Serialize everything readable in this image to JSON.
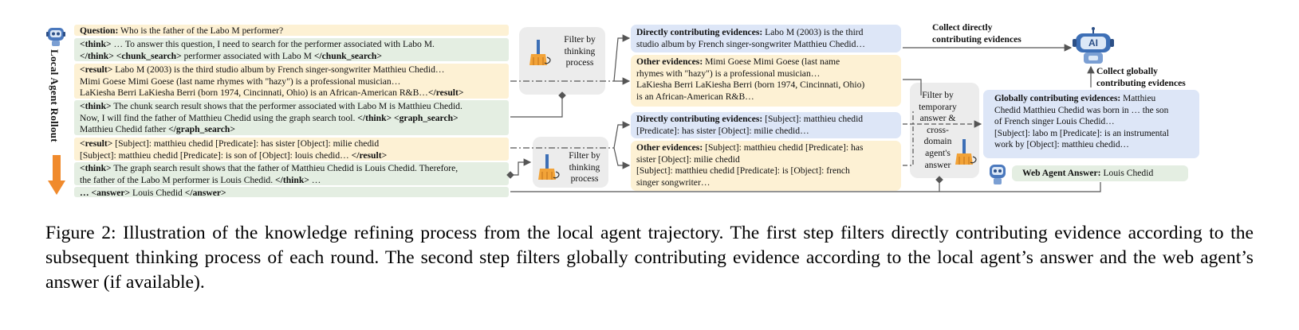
{
  "figure": {
    "rollout_label": "Local Agent Rollout",
    "trajectory": [
      {
        "parts": [
          [
            "b",
            "Question:"
          ],
          [
            "t",
            " Who is the father of the Labo M performer?"
          ]
        ]
      },
      {
        "parts": [
          [
            "b",
            "<think>"
          ],
          [
            "t",
            " … To answer this question, I need to search for the performer associated with Labo M."
          ]
        ]
      },
      {
        "parts": [
          [
            "b",
            "</think> <chunk_search>"
          ],
          [
            "t",
            " performer associated with Labo M "
          ],
          [
            "b",
            "</chunk_search>"
          ]
        ]
      },
      {
        "parts": [
          [
            "b",
            "<result>"
          ],
          [
            "t",
            " Labo M (2003) is the third studio album by French singer-songwriter Matthieu Chedid…"
          ]
        ]
      },
      {
        "parts": [
          [
            "t",
            "Mimi Goese Mimi Goese (last name rhymes with \"hazy\") is a professional musician…"
          ]
        ]
      },
      {
        "parts": [
          [
            "t",
            "LaKiesha Berri LaKiesha Berri (born 1974, Cincinnati, Ohio) is an African-American R&B…"
          ],
          [
            "b",
            "</result>"
          ]
        ]
      },
      {
        "parts": [
          [
            "b",
            "<think>"
          ],
          [
            "t",
            " The chunk search result shows that the performer associated with Labo M is Matthieu Chedid."
          ]
        ]
      },
      {
        "parts": [
          [
            "t",
            "Now, I will find the father of Matthieu Chedid using the graph search tool. "
          ],
          [
            "b",
            "</think> <graph_search>"
          ]
        ]
      },
      {
        "parts": [
          [
            "t",
            "Matthieu Chedid father "
          ],
          [
            "b",
            "</graph_search>"
          ]
        ]
      },
      {
        "parts": [
          [
            "b",
            "<result>"
          ],
          [
            "t",
            " [Subject]: matthieu chedid [Predicate]: has sister [Object]: milie chedid"
          ]
        ]
      },
      {
        "parts": [
          [
            "t",
            "[Subject]: matthieu chedid [Predicate]: is son of [Object]: louis chedid… "
          ],
          [
            "b",
            "</result>"
          ]
        ]
      },
      {
        "parts": [
          [
            "b",
            "<think>"
          ],
          [
            "t",
            " The graph search result shows that the father of Matthieu Chedid is Louis Chedid. Therefore,"
          ]
        ]
      },
      {
        "parts": [
          [
            "t",
            "the father of the Labo M performer is Louis Chedid. "
          ],
          [
            "b",
            "</think>"
          ],
          [
            "t",
            " …"
          ]
        ]
      },
      {
        "parts": [
          [
            "b",
            "… <answer>"
          ],
          [
            "t",
            " Louis Chedid "
          ],
          [
            "b",
            "</answer>"
          ]
        ]
      }
    ],
    "filter_thinking_1": [
      "Filter by",
      "thinking",
      "process"
    ],
    "filter_thinking_2": [
      "Filter by",
      "thinking",
      "process"
    ],
    "filter_temporary": [
      "Filter by",
      "temporary",
      "answer &",
      "cross-",
      "domain",
      "agent's",
      "answer"
    ],
    "direct1": [
      {
        "parts": [
          [
            "b",
            "Directly contributing evidences:"
          ],
          [
            "t",
            " Labo M (2003) is the third"
          ]
        ]
      },
      {
        "parts": [
          [
            "t",
            "studio album by French singer-songwriter Matthieu Chedid…"
          ]
        ]
      }
    ],
    "other1": [
      {
        "parts": [
          [
            "b",
            "Other evidences:"
          ],
          [
            "t",
            " Mimi Goese Mimi Goese (last name"
          ]
        ]
      },
      {
        "parts": [
          [
            "t",
            "rhymes with \"hazy\") is a professional musician…"
          ]
        ]
      },
      {
        "parts": [
          [
            "t",
            "LaKiesha Berri LaKiesha Berri (born 1974, Cincinnati, Ohio)"
          ]
        ]
      },
      {
        "parts": [
          [
            "t",
            "is an African-American R&B…"
          ]
        ]
      }
    ],
    "direct2": [
      {
        "parts": [
          [
            "b",
            "Directly contributing evidences:"
          ],
          [
            "t",
            " [Subject]: matthieu chedid"
          ]
        ]
      },
      {
        "parts": [
          [
            "t",
            "[Predicate]: has sister [Object]: milie chedid…"
          ]
        ]
      }
    ],
    "other2": [
      {
        "parts": [
          [
            "b",
            "Other evidences:"
          ],
          [
            "t",
            " [Subject]: matthieu chedid [Predicate]: has"
          ]
        ]
      },
      {
        "parts": [
          [
            "t",
            "sister [Object]: milie chedid"
          ]
        ]
      },
      {
        "parts": [
          [
            "t",
            "[Subject]: matthieu chedid [Predicate]: is [Object]: french"
          ]
        ]
      },
      {
        "parts": [
          [
            "t",
            "singer songwriter…"
          ]
        ]
      }
    ],
    "global": [
      {
        "parts": [
          [
            "b",
            "Globally contributing evidences:"
          ],
          [
            "t",
            " Matthieu"
          ]
        ]
      },
      {
        "parts": [
          [
            "t",
            "Chedid Matthieu Chedid was born in … the son"
          ]
        ]
      },
      {
        "parts": [
          [
            "t",
            "of French singer Louis Chedid…"
          ]
        ]
      },
      {
        "parts": [
          [
            "t",
            "[Subject]: labo m [Predicate]: is an instrumental"
          ]
        ]
      },
      {
        "parts": [
          [
            "t",
            "work by [Object]: matthieu chedid…"
          ]
        ]
      }
    ],
    "web_answer": [
      {
        "parts": [
          [
            "b",
            "Web Agent Answer:"
          ],
          [
            "t",
            " Louis Chedid"
          ]
        ]
      }
    ],
    "collect_direct": [
      "Collect directly",
      "contributing evidences"
    ],
    "collect_global": [
      "Collect globally",
      "contributing evidences"
    ],
    "ai_badge": "AI"
  },
  "caption": {
    "text": "Figure 2: Illustration of the knowledge refining process from the local agent trajectory. The first step filters directly contributing evidence according to the subsequent thinking process of each round. The second step filters globally contributing evidence according to the local agent’s answer and the web agent’s answer (if available)."
  },
  "colors": {
    "yellow": "#fdf1d4",
    "green": "#e4eee2",
    "blue": "#dde6f7",
    "gray": "#ececec",
    "arrow": "#555555",
    "orange": "#f08a2c",
    "robot_blue": "#3d6fb6"
  }
}
